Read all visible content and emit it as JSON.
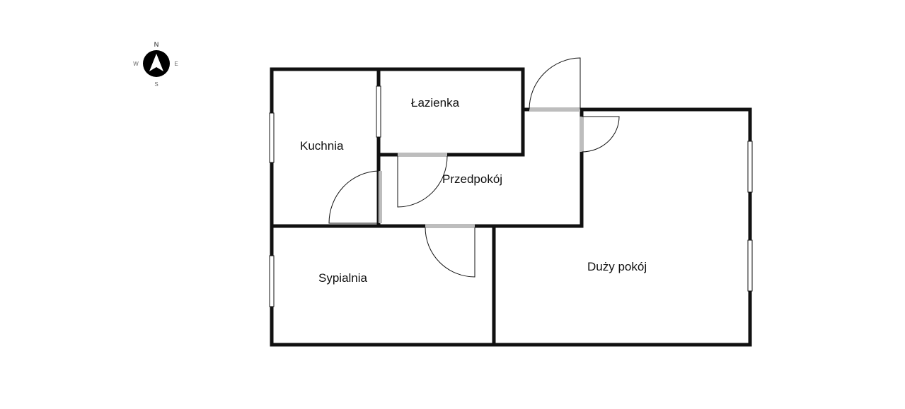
{
  "compass": {
    "north": "N",
    "south": "S",
    "east": "E",
    "west": "W"
  },
  "rooms": {
    "kitchen": "Kuchnia",
    "bathroom": "Łazienka",
    "hall": "Przedpokój",
    "bedroom": "Sypialnia",
    "living": "Duży pokój"
  },
  "colors": {
    "wall": "#111111",
    "door_gap": "#bdbdbd",
    "window": "#ffffff",
    "compass": "#000000"
  }
}
